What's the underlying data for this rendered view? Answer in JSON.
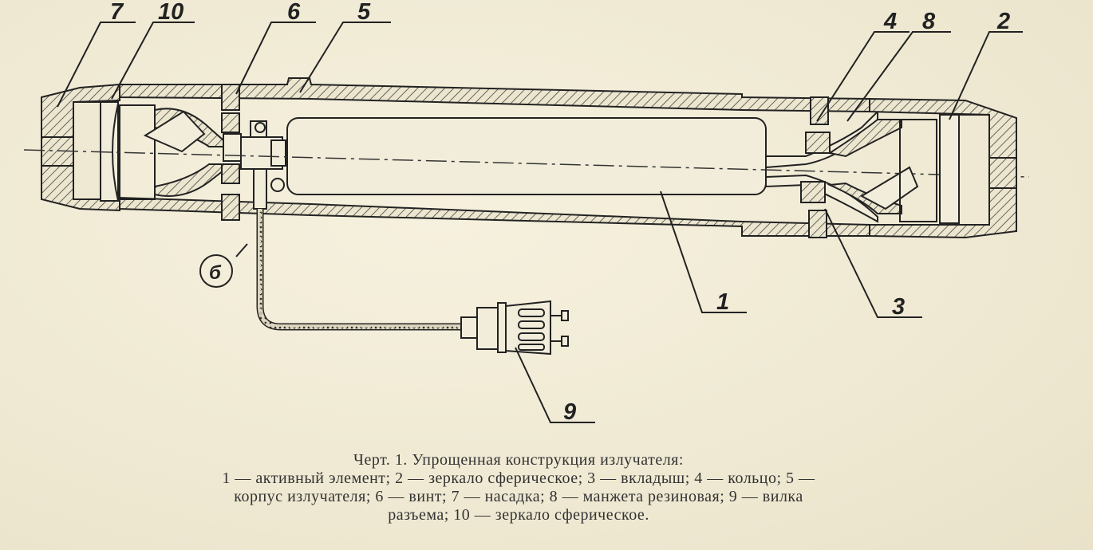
{
  "labels": {
    "l1": "1",
    "l2": "2",
    "l3": "3",
    "l4": "4",
    "l5": "5",
    "l6": "6",
    "l7": "7",
    "l8": "8",
    "l9": "9",
    "l10": "10",
    "lb": "б"
  },
  "caption": {
    "title": "Черт. 1. Упрощенная конструкция излучателя:",
    "line1": "1 — активный элемент; 2 — зеркало сферическое; 3 — вкладыш; 4 — кольцо; 5 —",
    "line2": "корпус излучателя; 6 — винт; 7 — насадка;  8 — манжета резиновая; 9 — вилка",
    "line3": "разъема; 10 — зеркало сферическое."
  }
}
